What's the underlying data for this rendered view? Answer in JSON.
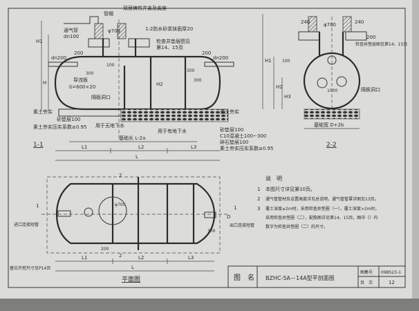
{
  "section_1_1": {
    "title": "1-1",
    "labels": {
      "cap": "管帽",
      "cover": "双层铸铁井盖及盖座",
      "vent_pipe": "通气管",
      "vent_dn": "dn100",
      "shaft_dia": "φ700",
      "plaster": "1:2防水砂浆抹面厚20",
      "pad_ref_1": "检查井垫层图见",
      "pad_ref_2": "第14、15页",
      "inlet_dn": "dn200",
      "outlet_dn": "dn200",
      "dim_200_left": "200",
      "dim_200_right": "200",
      "dim_300_a": "300",
      "dim_300_b": "300",
      "dim_300_c": "300",
      "dim_100": "100",
      "baffle": "导流板",
      "baffle_size": "δ=600×20",
      "partition_hole": "隔板洞口",
      "h1": "H1",
      "h2": "H2",
      "h": "H",
      "soil_left": "素土夯实",
      "sand_left": "砂垫层100",
      "compact_left": "素土夯实压实系数≥0.95",
      "no_groundwater": "用于无地下水",
      "with_groundwater": "用于有地下水",
      "soil_right": "素土夯实",
      "sand_right": "砂垫层100",
      "concrete": "C10混凝土100~300",
      "gravel": "碎石垫层100",
      "compact_right": "素土夯实压实系数≥0.95",
      "base_length": "基础长 L-2a",
      "l1": "L1",
      "l2": "L2",
      "l3": "L3",
      "l": "L"
    }
  },
  "section_2_2": {
    "title": "2-2",
    "labels": {
      "wall_240_left": "240",
      "wall_240_right": "240",
      "shaft_dia": "φ700",
      "dim_200": "200",
      "h1": "H1",
      "h2": "H2",
      "h3": "H3",
      "dim_100": "100",
      "dim_1000": "1000",
      "partition_hole": "隔板洞口",
      "pad_ref": "检查井垫层图见第14、15页",
      "base_width": "基础宽 D+2b"
    }
  },
  "plan": {
    "title": "平面图",
    "labels": {
      "sec2_top": "2",
      "sec2_bottom": "2",
      "sec1_left": "1",
      "sec1_right": "1",
      "inlet": "进口连接短管",
      "outlet": "出口连接短管",
      "shaft_dia": "φ700",
      "dim_300": "300",
      "dim_200": "200",
      "d": "D",
      "manhole_ref": "基坑开挖尺寸见P14页",
      "l1": "L1",
      "l2": "L2",
      "l3": "L3",
      "l": "L"
    }
  },
  "notes": {
    "heading": "说　明",
    "items": [
      {
        "num": "1",
        "lines": [
          "本图尺寸详见第10页。"
        ]
      },
      {
        "num": "2",
        "lines": [
          "通气管管材及设置高度详见总说明，通气管管罩详图见13页。"
        ]
      },
      {
        "num": "3",
        "lines": [
          "覆土深度≤2m时，采用检查井垫圈（一），覆土深度>2m时，",
          "采用检查井垫圈（二），配筋图详见第14、15页，图中（）内",
          "数字为检查井垫圈（二）的尺寸。"
        ]
      }
    ]
  },
  "title_block": {
    "name_label": "图　名",
    "drawing_name": "BZHC-5A－14A型平剖面图",
    "atlas_label": "图集号",
    "atlas_no": "09BS23-1",
    "page_label": "页　次",
    "page_no": "12"
  },
  "colors": {
    "paper": "#dcdcd8",
    "ink": "#2a2a2a",
    "background": "#8d8d8a"
  }
}
